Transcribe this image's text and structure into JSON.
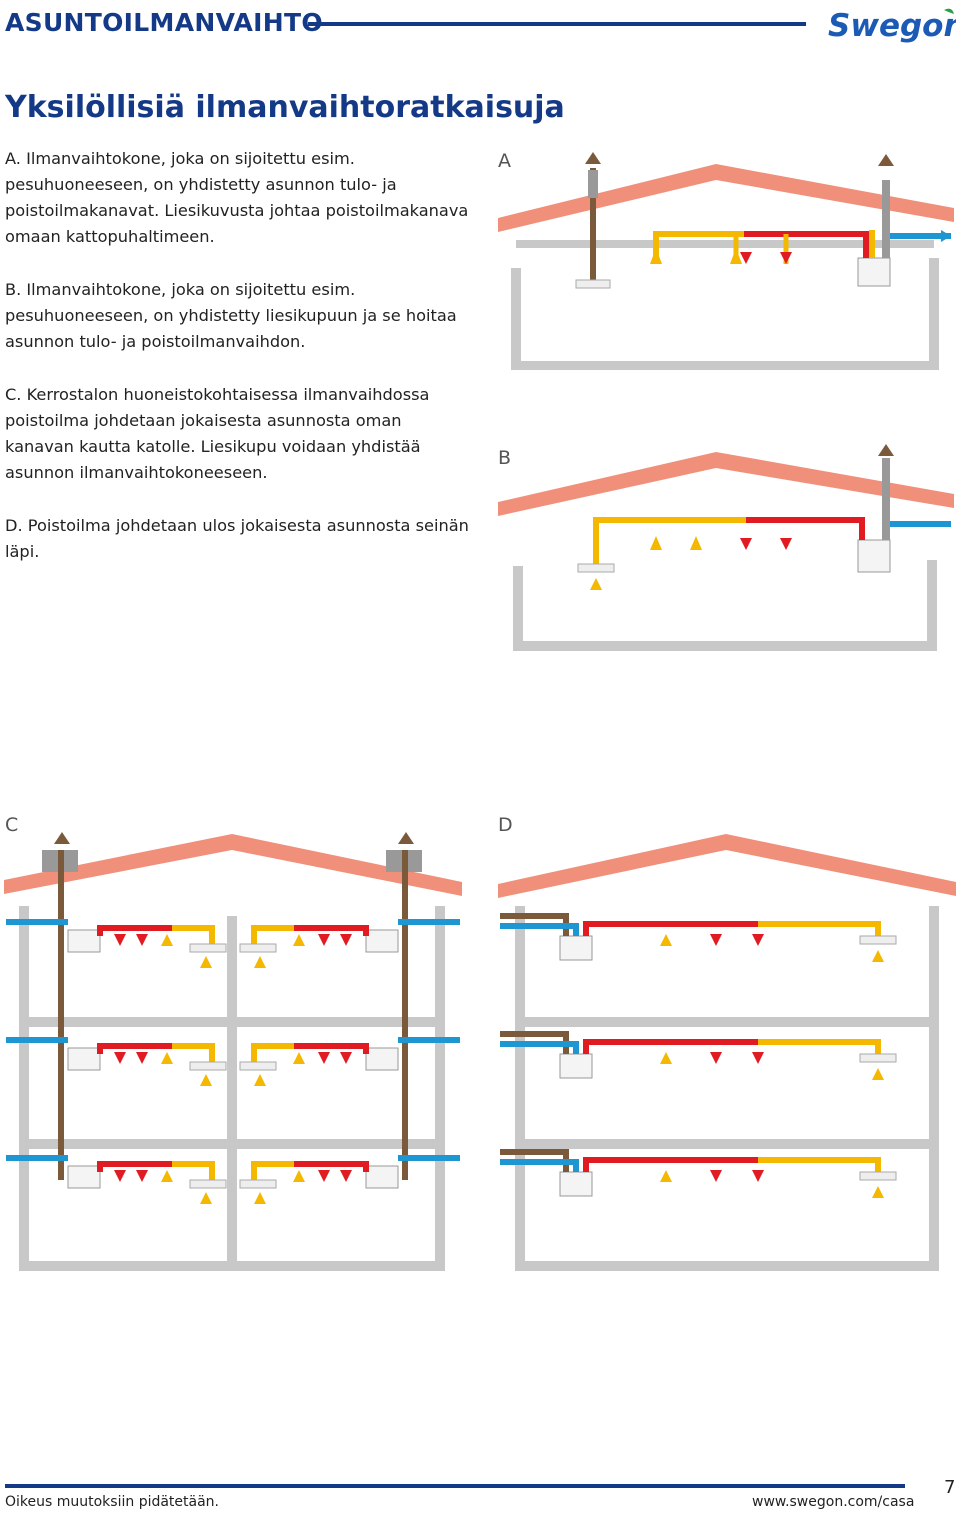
{
  "header": {
    "section_title": "ASUNTOILMANVAIHTO",
    "brand": "Swegon"
  },
  "page_title": "Yksilöllisiä ilmanvaihtoratkaisuja",
  "paragraphs": {
    "a": "A. Ilmanvaihtokone, joka on sijoitettu esim. pesuhuoneeseen, on yhdistetty asunnon tulo- ja poistoilmakanavat. Liesikuvusta johtaa poistoilmakanava omaan kattopuhaltimeen.",
    "b": "B. Ilmanvaihtokone, joka on sijoitettu esim. pesuhuoneeseen, on yhdistetty liesikupuun ja se hoitaa asunnon tulo- ja poistoilmanvaihdon.",
    "c": "C. Kerrostalon huoneistokohtaisessa ilmanvaihdossa poistoilma johdetaan jokaisesta asunnosta oman kanavan kautta katolle. Liesikupu voidaan yhdistää asunnon ilmanvaihtokoneeseen.",
    "d": "D. Poistoilma johdetaan ulos jokaisesta asunnosta seinän läpi."
  },
  "diagrams": {
    "a_label": "A",
    "b_label": "B",
    "c_label": "C",
    "d_label": "D"
  },
  "colors": {
    "brand_blue": "#143a87",
    "roof": "#f0907a",
    "wall": "#c8c8c8",
    "supply": "#f5b800",
    "extract": "#e01b22",
    "outdoor": "#1e96d2",
    "exhaust": "#7b5a3c"
  },
  "footer": {
    "left": "Oikeus muutoksiin pidätetään.",
    "right": "www.swegon.com/casa",
    "page_number": "7"
  }
}
